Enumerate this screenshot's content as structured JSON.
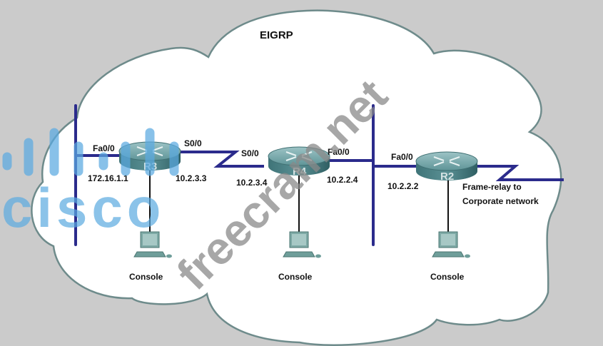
{
  "diagram": {
    "title": "EIGRP",
    "colors": {
      "background": "#cbcbcb",
      "cloud_fill": "#ffffff",
      "cloud_stroke": "#6e8b8b",
      "link": "#2b2b8c",
      "console_cable": "#111111",
      "router_body": "#4f8a8e",
      "router_top": "#7fb0b3",
      "pc_body": "#6f9e9a"
    },
    "routers": [
      {
        "name": "R3"
      },
      {
        "name": "R4"
      },
      {
        "name": "R2"
      }
    ],
    "consoles": [
      {
        "label": "Console",
        "router": "R3"
      },
      {
        "label": "Console",
        "router": "R4"
      },
      {
        "label": "Console",
        "router": "R2"
      }
    ],
    "interfaces": {
      "r3_fa": {
        "name": "Fa0/0",
        "ip": "172.16.1.1"
      },
      "r3_s": {
        "name": "S0/0",
        "ip": "10.2.3.3"
      },
      "r4_s": {
        "name": "S0/0",
        "ip": "10.2.3.4"
      },
      "r4_fa": {
        "name": "Fa0/0",
        "ip": "10.2.2.4"
      },
      "r2_fa": {
        "name": "Fa0/0",
        "ip": "10.2.2.2"
      }
    },
    "wan_label_line1": "Frame-relay to",
    "wan_label_line2": "Corporate network",
    "links": [
      {
        "from": "R3",
        "to": "LAN-172.16.1.0",
        "type": "ethernet"
      },
      {
        "from": "R3",
        "to": "R4",
        "type": "serial"
      },
      {
        "from": "R4",
        "to": "LAN-10.2.2.0",
        "type": "ethernet"
      },
      {
        "from": "R2",
        "to": "LAN-10.2.2.0",
        "type": "ethernet"
      },
      {
        "from": "R2",
        "to": "Corporate network",
        "type": "frame-relay"
      }
    ]
  },
  "watermarks": {
    "site": "freecram.net",
    "brand": "cisco"
  }
}
